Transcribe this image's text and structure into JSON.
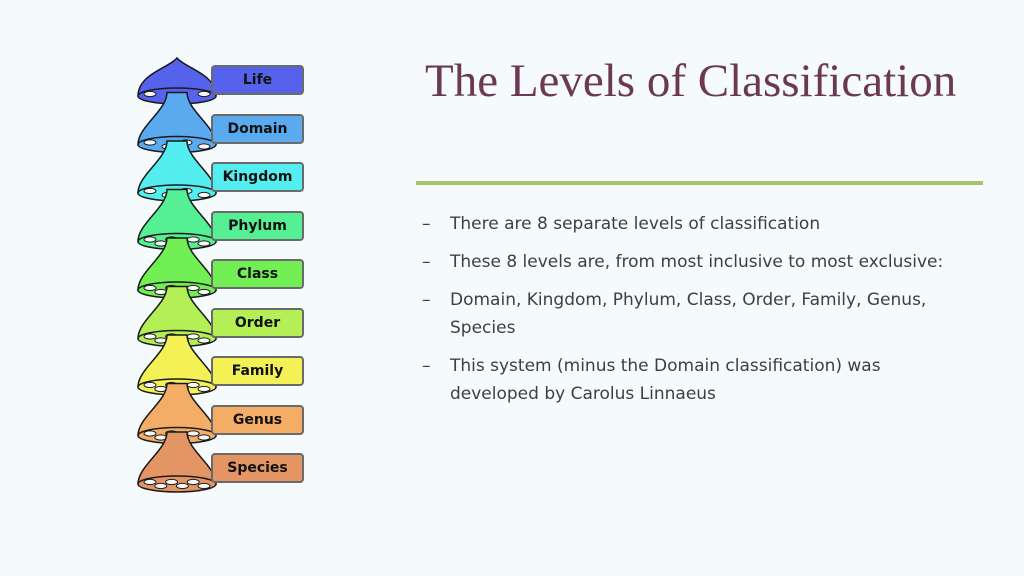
{
  "title": "The Levels of Classification",
  "levels": [
    {
      "label": "Life",
      "color": "#5562ec"
    },
    {
      "label": "Domain",
      "color": "#5aaaf0"
    },
    {
      "label": "Kingdom",
      "color": "#55eef0"
    },
    {
      "label": "Phylum",
      "color": "#55ef94"
    },
    {
      "label": "Class",
      "color": "#71ef55"
    },
    {
      "label": "Order",
      "color": "#b4f055"
    },
    {
      "label": "Family",
      "color": "#f3f155"
    },
    {
      "label": "Genus",
      "color": "#f3ad66"
    },
    {
      "label": "Species",
      "color": "#e39564"
    }
  ],
  "bullets": [
    "There are 8 separate levels of classification",
    "These 8 levels are, from most inclusive to most exclusive:",
    "Domain, Kingdom, Phylum, Class, Order, Family, Genus, Species",
    "This system (minus the Domain classification) was developed by Carolus Linnaeus"
  ],
  "bullet_marker": "–",
  "colors": {
    "title": "#6b3a52",
    "divider": "#a5c46a",
    "background": "#f5fafc",
    "text": "#3f3f3f"
  }
}
